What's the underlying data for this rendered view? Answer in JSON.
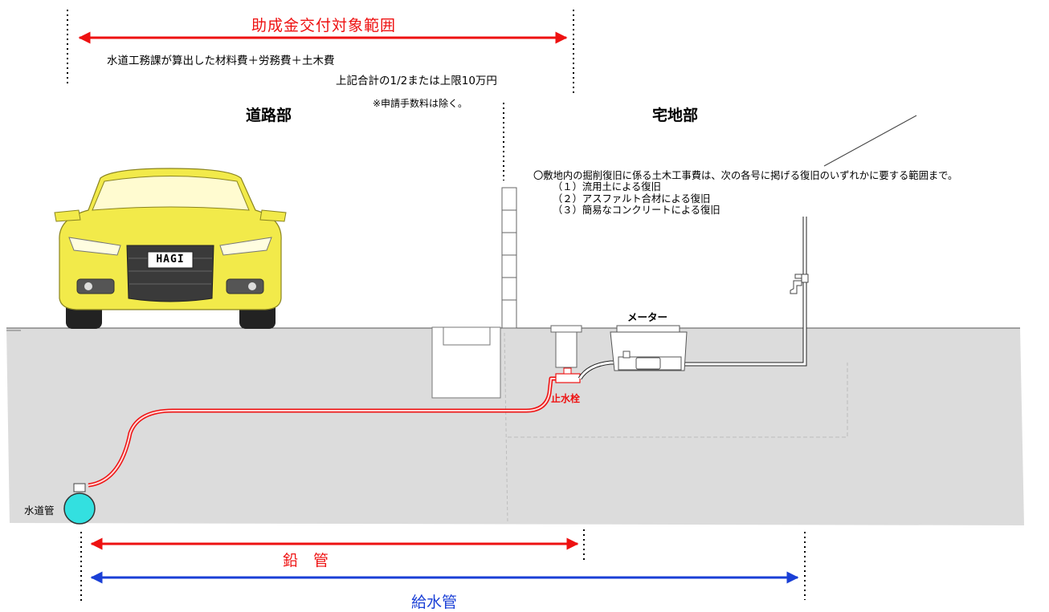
{
  "diagram": {
    "subsidy_scope_label": "助成金交付対象範囲",
    "cost_line_1": "水道工務課が算出した材料費＋労務費＋土木費",
    "cost_line_2": "上記合計の1/2または上限10万円",
    "cost_note": "※申請手数料は除く。",
    "road_section_label": "道路部",
    "residential_section_label": "宅地部",
    "restoration": {
      "intro": "〇敷地内の掘削復旧に係る土木工事費は、次の各号に掲げる復旧のいずれかに要する範囲まで。",
      "items": [
        "（１）流用土による復旧",
        "（２）アスファルト合材による復旧",
        "（３）簡易なコンクリートによる復旧"
      ]
    },
    "license_plate": "HAGI",
    "meter_label": "メーター",
    "stopcock_label": "止水栓",
    "water_main_label": "水道管",
    "lead_pipe_label": "鉛　管",
    "service_pipe_label": "給水管"
  },
  "colors": {
    "subsidy_arrow": "#ee1111",
    "lead_pipe": "#ee1111",
    "service_pipe": "#1a3fd6",
    "ground": "#dcdcdc",
    "car_body": "#f2ea4a",
    "water_main": "#33e0e0"
  }
}
